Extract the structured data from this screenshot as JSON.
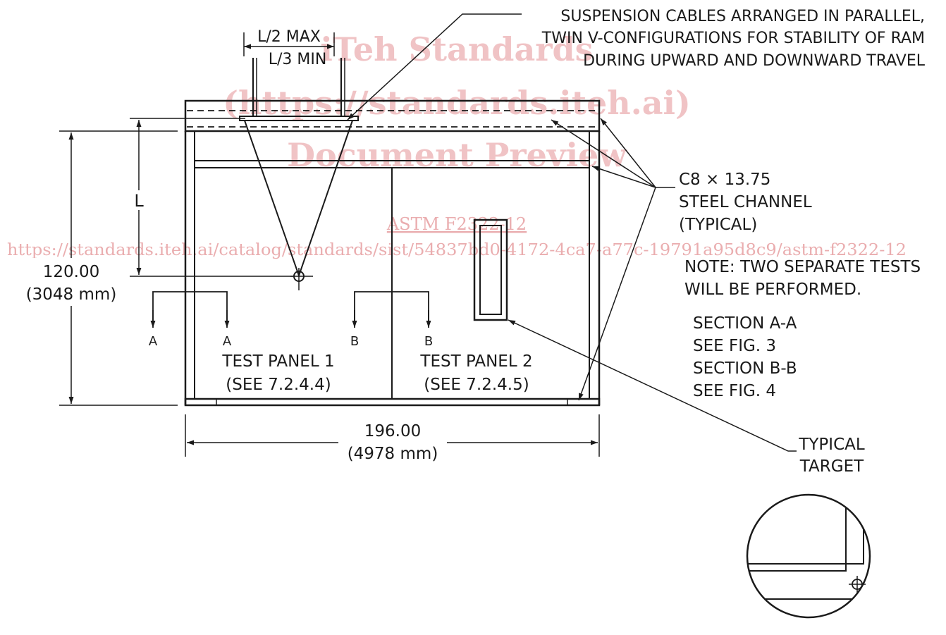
{
  "watermark": {
    "line1": "iTeh Standards",
    "line2": "(https://standards.iteh.ai)",
    "line3": "Document Preview",
    "doc_ref": "ASTM F2322-12",
    "catalog_url": "https://standards.iteh.ai/catalog/standards/sist/54837bd0-4172-4ca7-a77c-19791a95d8c9/astm-f2322-12"
  },
  "labels": {
    "suspension": {
      "line1": "SUSPENSION CABLES ARRANGED IN PARALLEL,",
      "line2": "TWIN V-CONFIGURATIONS FOR STABILITY OF RAM",
      "line3": "DURING UPWARD AND DOWNWARD TRAVEL"
    },
    "spacing_max": "L/2 MAX",
    "spacing_min": "L/3 MIN",
    "drop_length": "L",
    "height": {
      "in": "120.00",
      "mm": "(3048 mm)"
    },
    "width": {
      "in": "196.00",
      "mm": "(4978 mm)"
    },
    "channel": {
      "line1": "C8 × 13.75",
      "line2": "STEEL CHANNEL",
      "line3": "(TYPICAL)"
    },
    "note": {
      "line1": "NOTE: TWO SEPARATE TESTS",
      "line2": "WILL BE PERFORMED."
    },
    "sections": {
      "line1": "SECTION A-A",
      "line2": "SEE FIG. 3",
      "line3": "SECTION B-B",
      "line4": "SEE FIG. 4"
    },
    "section_marks": {
      "a_left": "A",
      "a_right": "A",
      "b_left": "B",
      "b_right": "B"
    },
    "panel1": {
      "title": "TEST PANEL 1",
      "ref": "(SEE 7.2.4.4)"
    },
    "panel2": {
      "title": "TEST PANEL 2",
      "ref": "(SEE 7.2.4.5)"
    },
    "target": {
      "line1": "TYPICAL",
      "line2": "TARGET"
    }
  }
}
